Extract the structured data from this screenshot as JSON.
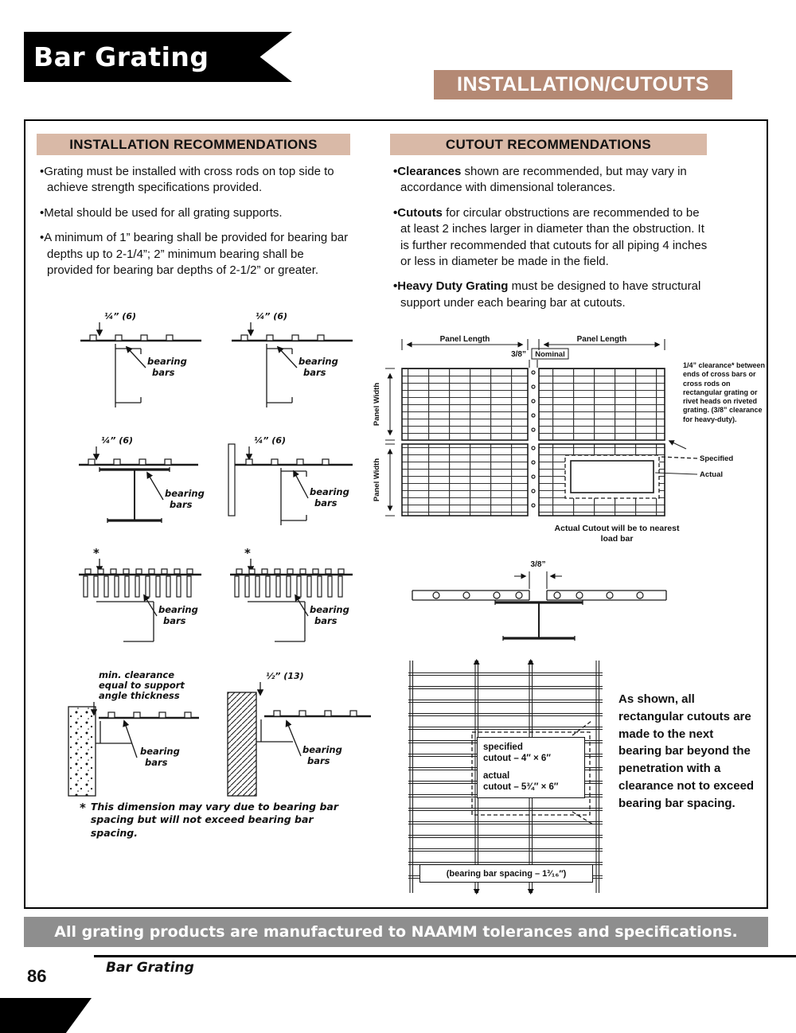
{
  "colors": {
    "banner_tan": "#b48974",
    "header_tan": "#d9b9a7",
    "banner_gray": "#8e8e8e",
    "ink": "#111111"
  },
  "header": {
    "brand": "Bar Grating",
    "section_title": "INSTALLATION/CUTOUTS"
  },
  "installation": {
    "title": "INSTALLATION RECOMMENDATIONS",
    "bullets": [
      "•Grating must be installed with cross rods on top side to achieve strength specifications provided.",
      "•Metal should be used for all grating supports.",
      "•A minimum of 1” bearing shall be provided for bearing bar depths up to 2-1/4”;  2” minimum bearing shall be provided for bearing bar depths of 2-1/2” or greater."
    ],
    "figures": {
      "dim_quarter": "¼” (6)",
      "dim_half": "½” (13)",
      "bearing": "bearing",
      "bars": "bars",
      "star": "*",
      "min_clearance_1": "min. clearance",
      "min_clearance_2": "equal to support",
      "min_clearance_3": "angle thickness",
      "footnote_star": "*",
      "footnote": "This dimension may vary due to bearing bar spacing but will not exceed bearing bar spacing."
    }
  },
  "cutout": {
    "title": "CUTOUT RECOMMENDATIONS",
    "bullets": [
      {
        "lead": "•Clearances",
        "rest": " shown are recommended, but may vary in accordance with dimensional tolerances."
      },
      {
        "lead": "•Cutouts",
        "rest": " for circular obstructions are recommended to be at least 2 inches larger in diameter than the obstruction.  It is further recommended that cutouts for all piping 4 inches or less in diameter be made in the field."
      },
      {
        "lead": "•Heavy Duty Grating",
        "rest": " must be designed to have structural support under each bearing bar at cutouts."
      }
    ],
    "panel_figure": {
      "panel_length_left": "Panel Length",
      "panel_length_right": "Panel Length",
      "panel_width_top": "Panel Width",
      "panel_width_bottom": "Panel Width",
      "gap_dim": "3/8”",
      "nominal": "Nominal",
      "clearance_note": "1/4” clearance* between ends of cross bars or cross rods on rectangular grating or rivet heads on riveted grating. (3/8” clearance for heavy-duty).",
      "specified": "Specified",
      "actual": "Actual",
      "cutout_note": "Actual Cutout will be to nearest load bar"
    },
    "beam_figure": {
      "gap_dim": "3/8”"
    },
    "cutout_figure": {
      "specified_line1": "specified",
      "specified_line2": "cutout – 4″ × 6″",
      "actual_line1": "actual",
      "actual_line2": "cutout – 5¾″ × 6″",
      "spacing_label": "(bearing bar spacing – 1³⁄₁₆″)"
    },
    "side_note": "As shown, all rectangular cutouts are made to the next bearing bar beyond the penetration with a clearance not to exceed bearing bar spacing."
  },
  "footer": {
    "tolerance_banner": "All grating products are manufactured to NAAMM tolerances and specifications.",
    "page_number": "86",
    "brand": "Bar Grating"
  }
}
